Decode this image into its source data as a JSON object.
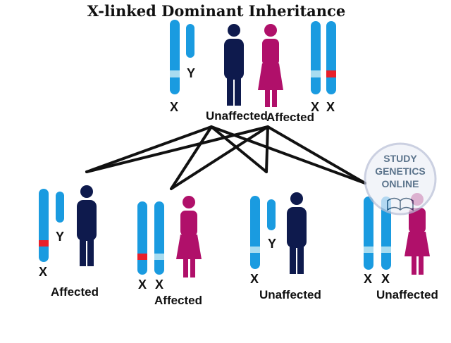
{
  "title": "X-linked Dominant Inheritance",
  "colors": {
    "chromosome": "#1a9be0",
    "chromosome_band": "#a8dcf0",
    "mutant_band": "#e8202a",
    "male": "#0e1a4d",
    "female": "#b0106a",
    "lines": "#111111",
    "watermark": "#1a3c5e"
  },
  "chromosome_labels": {
    "x": "X",
    "y": "Y"
  },
  "parents": {
    "father": {
      "status": "Unaffected"
    },
    "mother": {
      "status": "Affected"
    }
  },
  "children": [
    {
      "sex": "male",
      "status": "Affected"
    },
    {
      "sex": "female",
      "status": "Affected"
    },
    {
      "sex": "male",
      "status": "Unaffected"
    },
    {
      "sex": "female",
      "status": "Unaffected"
    }
  ],
  "watermark": {
    "line1": "STUDY",
    "line2": "GENETICS",
    "line3": "ONLINE"
  }
}
